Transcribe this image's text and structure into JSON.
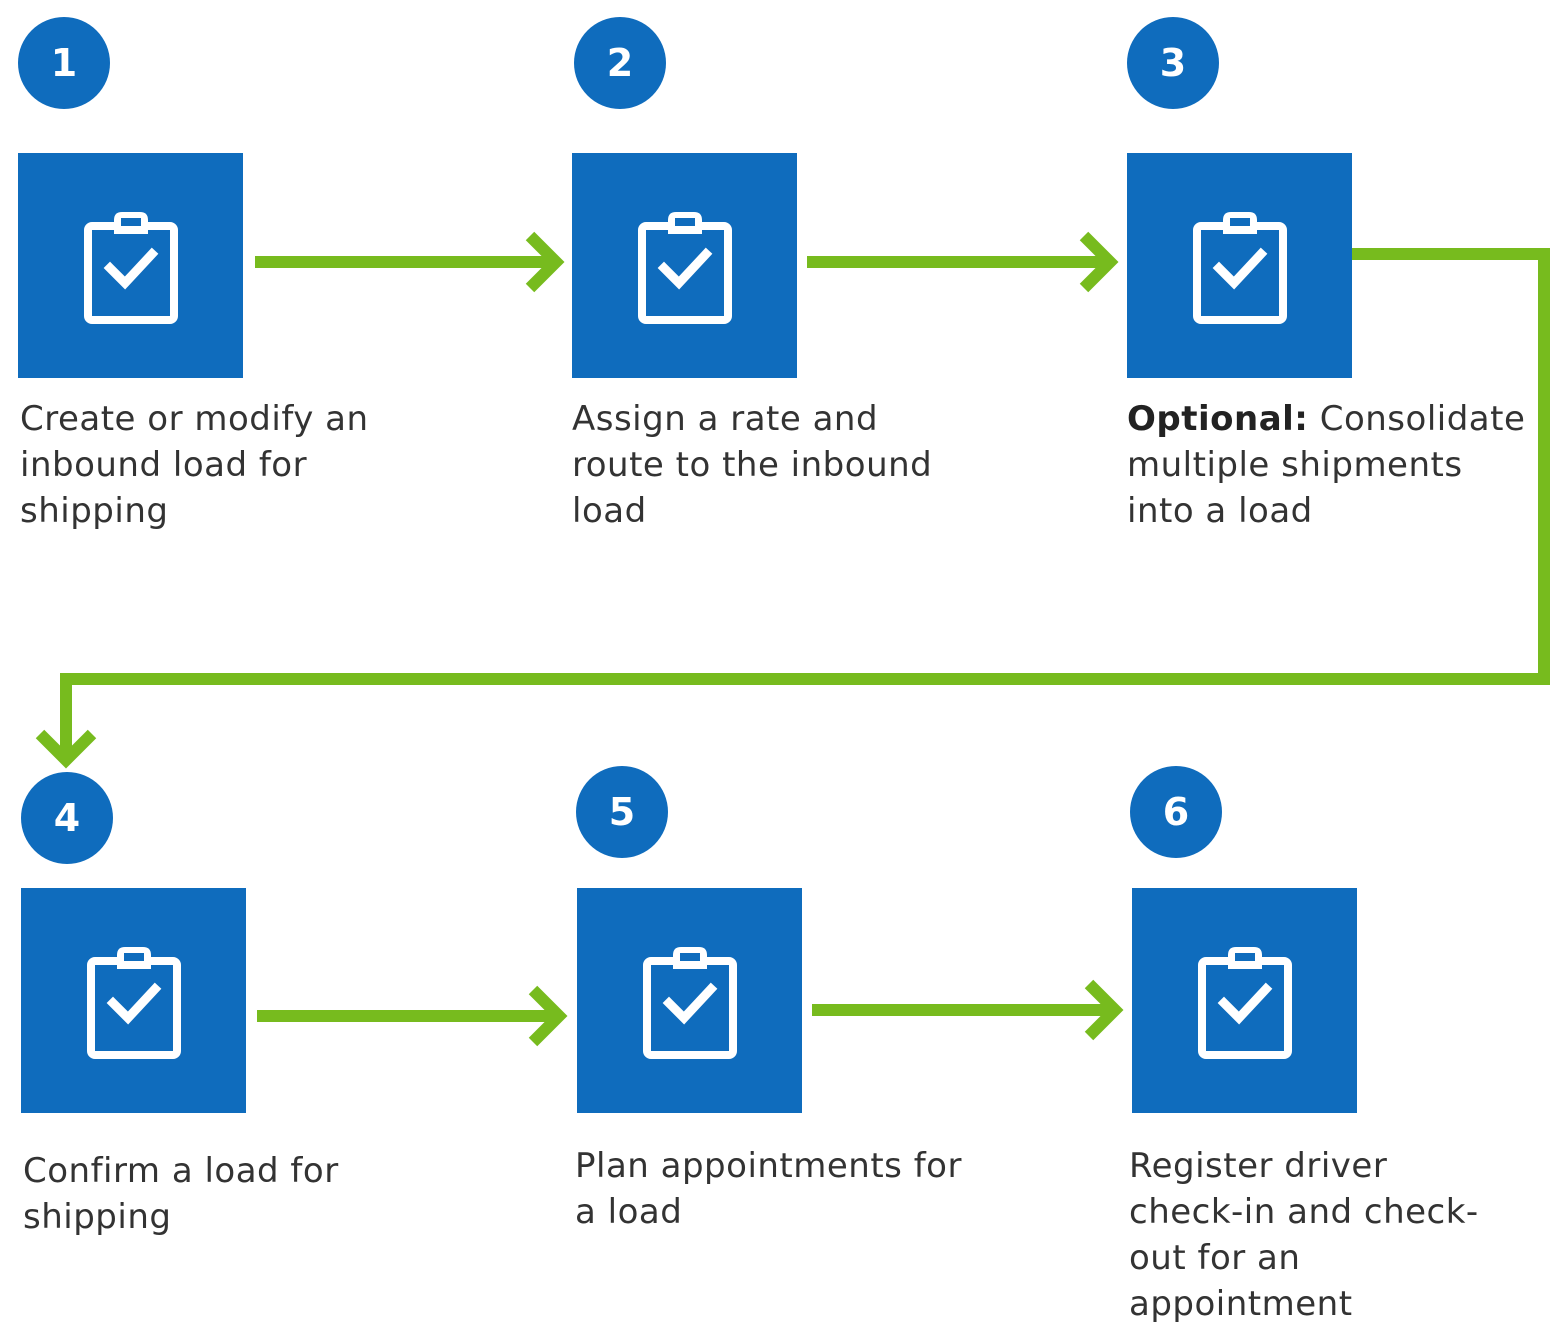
{
  "steps": [
    {
      "number": "1",
      "prefix": "",
      "text": "Create or modify an inbound load for shipping",
      "icon": "clipboard-check-icon"
    },
    {
      "number": "2",
      "prefix": "",
      "text": "Assign a rate and route to the inbound load",
      "icon": "clipboard-check-icon"
    },
    {
      "number": "3",
      "prefix": "Optional:",
      "text": " Consolidate multiple shipments into a load",
      "icon": "clipboard-check-icon"
    },
    {
      "number": "4",
      "prefix": "",
      "text": "Confirm a load for shipping",
      "icon": "clipboard-check-icon"
    },
    {
      "number": "5",
      "prefix": "",
      "text": "Plan appointments for a load",
      "icon": "clipboard-check-icon"
    },
    {
      "number": "6",
      "prefix": "",
      "text": "Register driver check-in and check-out for an appointment",
      "icon": "clipboard-check-icon"
    }
  ],
  "colors": {
    "box": "#0f6cbd",
    "connector": "#77bb1e",
    "text": "#333333"
  }
}
